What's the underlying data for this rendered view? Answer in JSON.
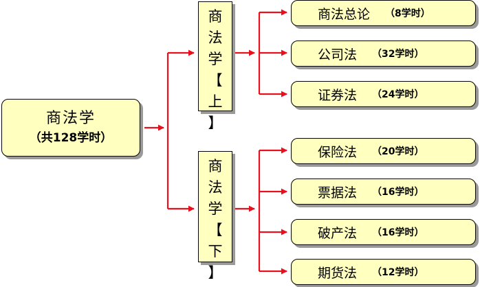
{
  "root": {
    "title": "商法学",
    "subtitle": "（共128学时）"
  },
  "branches": [
    {
      "chars": [
        "商",
        "法",
        "学",
        "【",
        "上",
        "】"
      ],
      "courses": [
        {
          "name": "商法总论",
          "hours": "（8学时）"
        },
        {
          "name": "公司法",
          "hours": "（32学时）"
        },
        {
          "name": "证券法",
          "hours": "（24学时）"
        }
      ]
    },
    {
      "chars": [
        "商",
        "法",
        "学",
        "【",
        "下",
        "】"
      ],
      "courses": [
        {
          "name": "保险法",
          "hours": "（20学时）"
        },
        {
          "name": "票据法",
          "hours": "（16学时）"
        },
        {
          "name": "破产法",
          "hours": "（16学时）"
        },
        {
          "name": "期货法",
          "hours": "（12学时）"
        }
      ]
    }
  ],
  "colors": {
    "box_fill": "#ffffc0",
    "connector": "#e8101a",
    "shadow": "#9a9a9a"
  }
}
